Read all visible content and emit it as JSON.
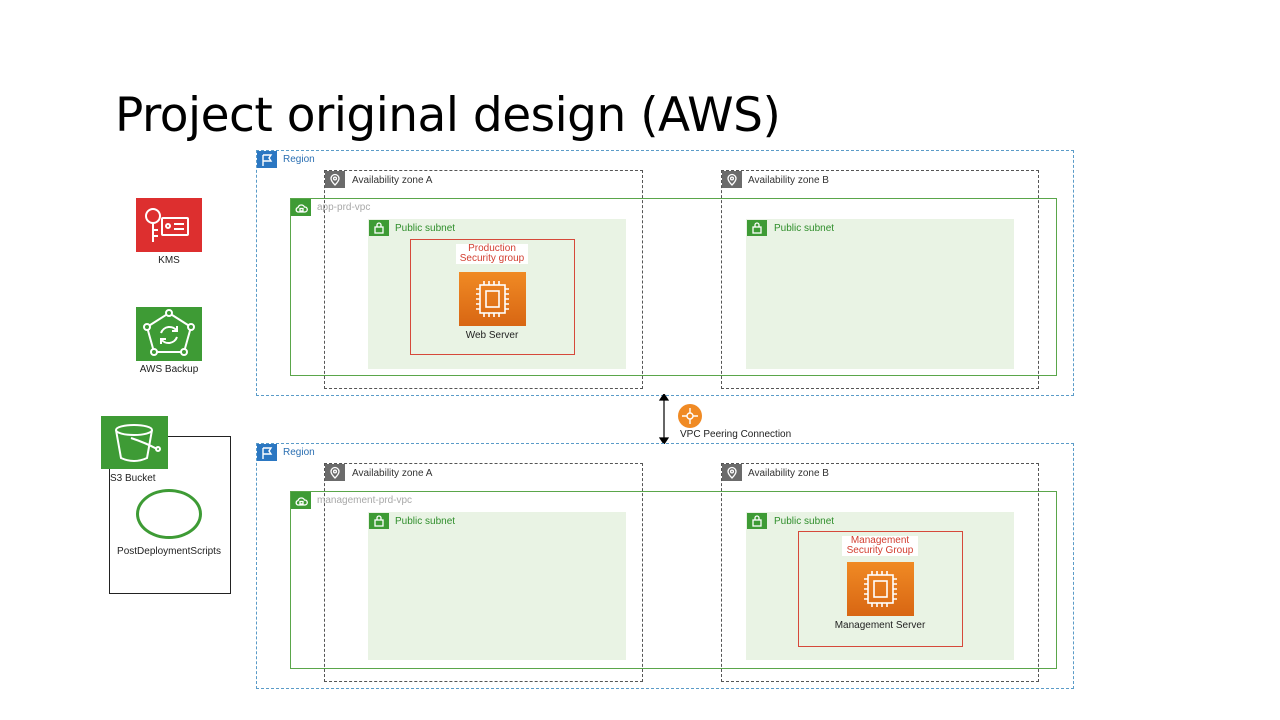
{
  "title": "Project original design (AWS)",
  "services": {
    "kms": "KMS",
    "backup": "AWS Backup",
    "s3": "S3 Bucket",
    "scripts": "PostDeploymentScripts"
  },
  "top": {
    "region": "Region",
    "az_a": "Availability zone A",
    "az_b": "Availability zone B",
    "vpc": "app-prd-vpc",
    "subnet_a": "Public subnet",
    "subnet_b": "Public subnet",
    "sg_line1": "Production",
    "sg_line2": "Security group",
    "server": "Web Server"
  },
  "peering": "VPC Peering Connection",
  "bottom": {
    "region": "Region",
    "az_a": "Availability zone A",
    "az_b": "Availability zone B",
    "vpc": "management-prd-vpc",
    "subnet_a": "Public subnet",
    "subnet_b": "Public subnet",
    "sg_line1": "Management",
    "sg_line2": "Security Group",
    "server": "Management Server"
  },
  "colors": {
    "region": "#2b77c2",
    "vpc": "#3e9b35",
    "subnet_fill": "#e9f3e4",
    "security_group": "#d6483a",
    "ec2": "#e7701a",
    "kms": "#dd2f2f",
    "backup": "#3e9b35",
    "s3": "#3e9b35",
    "peering": "#f08a24"
  }
}
